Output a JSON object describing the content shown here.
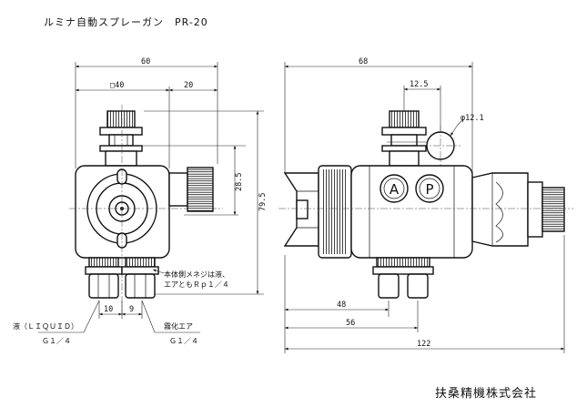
{
  "title": "ルミナ自動スプレーガン　PR-20",
  "company": "扶桑精機株式会社",
  "front_view": {
    "dim_width": "60",
    "dim_square": "□40",
    "dim_offset": "20",
    "dim_height_small": "28.5",
    "dim_height_total": "79.5",
    "dim_spacing_left": "10",
    "dim_spacing_right": "9",
    "note_line1": "本体側メネジは液、",
    "note_line2": "エアともＲｐ１／４",
    "port_liquid_label": "液（ＬＩＱＵＩＤ）",
    "port_liquid_thread": "Ｇ１／４",
    "port_air_label": "霧化エア",
    "port_air_thread": "Ｇ１／４"
  },
  "side_view": {
    "dim_length": "68",
    "dim_offset": "12.5",
    "dim_diameter": "φ12.1",
    "dim_48": "48",
    "dim_56": "56",
    "dim_total": "122",
    "badge_a": "A",
    "badge_p": "P"
  }
}
